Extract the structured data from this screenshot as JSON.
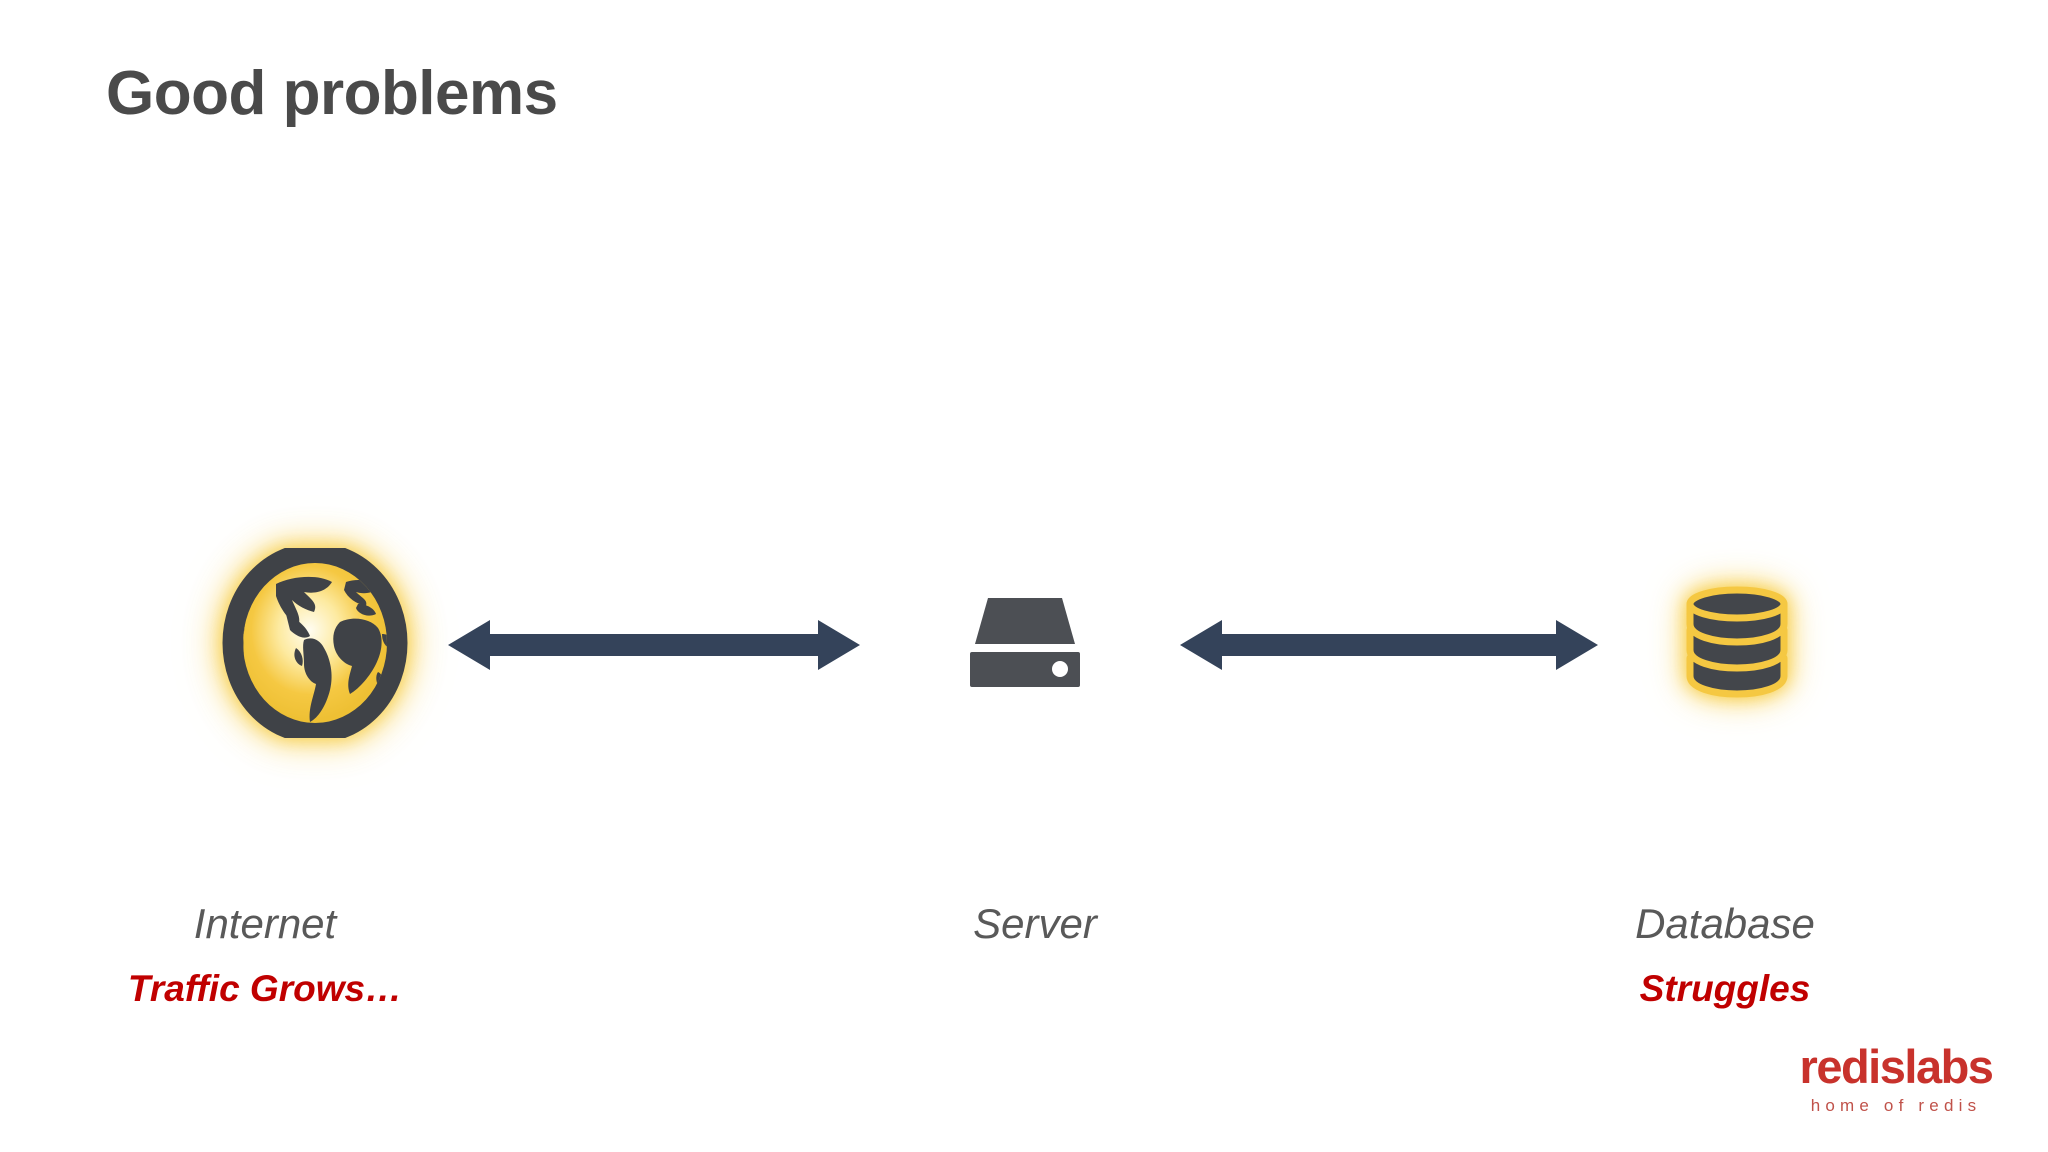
{
  "slide": {
    "title": "Good problems",
    "background_color": "#ffffff",
    "title_color": "#4a4a4a"
  },
  "palette": {
    "accent_yellow": "#f5c842",
    "glow_yellow": "#f7cb3e",
    "icon_dark": "#3f4247",
    "arrow_navy": "#34435a",
    "caption_gray": "#595959",
    "status_red": "#c00000",
    "logo_red": "#c8322c",
    "logo_tag_red": "#c0524a"
  },
  "diagram": {
    "type": "flow",
    "nodes": [
      {
        "id": "internet",
        "icon": "globe-icon",
        "label": "Internet",
        "status": "Traffic Grows…",
        "has_status": true,
        "glow": true
      },
      {
        "id": "server",
        "icon": "server-icon",
        "label": "Server",
        "status": "",
        "has_status": false,
        "glow": false
      },
      {
        "id": "database",
        "icon": "database-icon",
        "label": "Database",
        "status": "Struggles",
        "has_status": true,
        "glow": true
      }
    ],
    "connectors": [
      {
        "id": "internet-server",
        "from": "internet",
        "to": "server",
        "style": "double-headed-arrow",
        "color": "#34435a"
      },
      {
        "id": "server-database",
        "from": "server",
        "to": "database",
        "style": "double-headed-arrow",
        "color": "#34435a"
      }
    ]
  },
  "logo": {
    "wordmark": "redislabs",
    "tagline": "home of redis"
  }
}
